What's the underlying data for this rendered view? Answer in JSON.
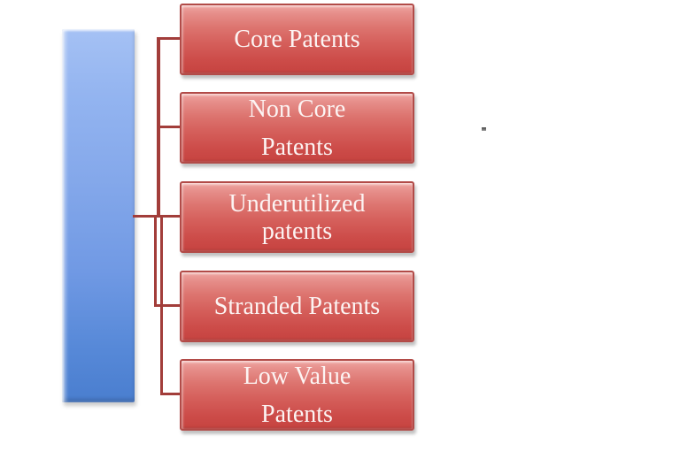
{
  "diagram": {
    "type": "hierarchy",
    "connector_color": "#a23d3a",
    "bar": {
      "fill_top": "#a5c1f4",
      "fill_bottom": "#4a7ecf"
    },
    "node_style": {
      "fill_top": "#efa5a1",
      "fill_bottom": "#c64340",
      "border_color": "#b24b48",
      "text_color": "#fcf4f3"
    },
    "nodes": [
      {
        "label": "Core Patents",
        "lines": [
          "Core Patents"
        ]
      },
      {
        "label": "Non Core Patents",
        "lines": [
          "Non Core",
          "Patents"
        ]
      },
      {
        "label": "Underutilized patents",
        "lines": [
          "Underutilized",
          "patents"
        ]
      },
      {
        "label": "Stranded Patents",
        "lines": [
          "Stranded Patents"
        ]
      },
      {
        "label": "Low Value Patents",
        "lines": [
          "Low Value",
          "Patents"
        ]
      }
    ]
  }
}
